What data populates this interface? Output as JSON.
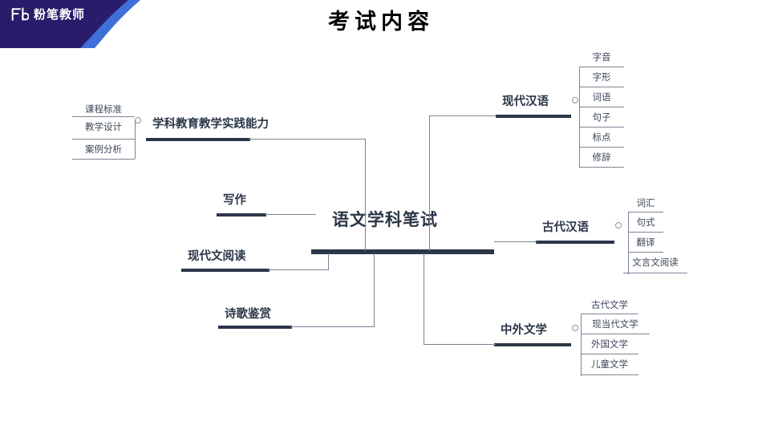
{
  "brand": {
    "name": "粉笔教师",
    "logo_icon": "fb-logo-icon"
  },
  "title": "考试内容",
  "diagram": {
    "type": "mindmap",
    "center": "语文学科笔试",
    "colors": {
      "navy": "#2b3648",
      "line": "#7b8494",
      "banner_dark": "#2a1b6b",
      "banner_blue": "#3f6fd8",
      "title_color": "#000000"
    },
    "left_branches": [
      {
        "label": "学科教育教学实践能力",
        "has_children": true,
        "children": [
          "课程标准",
          "教学设计",
          "案例分析"
        ]
      },
      {
        "label": "写作",
        "has_children": false,
        "children": []
      },
      {
        "label": "现代文阅读",
        "has_children": false,
        "children": []
      },
      {
        "label": "诗歌鉴赏",
        "has_children": false,
        "children": []
      }
    ],
    "right_branches": [
      {
        "label": "现代汉语",
        "has_children": true,
        "children": [
          "字音",
          "字形",
          "词语",
          "句子",
          "标点",
          "修辞"
        ]
      },
      {
        "label": "古代汉语",
        "has_children": true,
        "children": [
          "词汇",
          "句式",
          "翻译",
          "文言文阅读"
        ]
      },
      {
        "label": "中外文学",
        "has_children": true,
        "children": [
          "古代文学",
          "现当代文学",
          "外国文学",
          "儿童文学"
        ]
      }
    ]
  }
}
